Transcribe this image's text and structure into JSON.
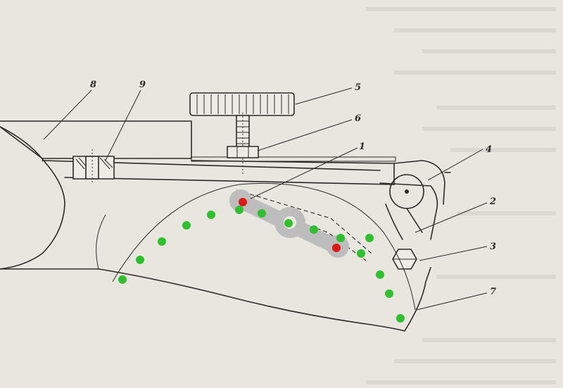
{
  "callouts": {
    "c1": "1",
    "c2": "2",
    "c3": "3",
    "c4": "4",
    "c5": "5",
    "c6": "6",
    "c7": "7",
    "c8": "8",
    "c9": "9"
  },
  "markers": {
    "green_color": "#2ec02e",
    "red_color": "#e01818",
    "link_color": "#bdbdbd",
    "green_count": 15,
    "red_count": 2,
    "ring_count": 3
  }
}
